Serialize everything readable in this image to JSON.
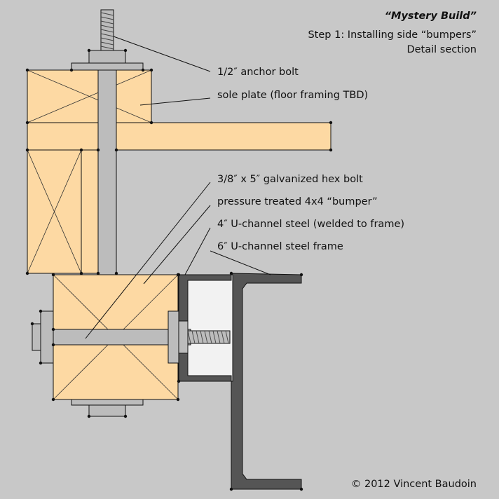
{
  "title": {
    "heading": "“Mystery Build”",
    "line2": "Step 1: Installing side “bumpers”",
    "line3": "Detail section"
  },
  "labels": {
    "anchor_bolt": "1/2″ anchor bolt",
    "sole_plate": "sole plate (floor framing TBD)",
    "hex_bolt": "3/8″ x 5″ galvanized hex bolt",
    "bumper": "pressure treated 4x4 “bumper”",
    "u_channel_4": "4″ U-channel steel (welded to frame)",
    "u_channel_6": "6″ U-channel steel frame"
  },
  "copyright": "© 2012 Vincent Baudoin",
  "colors": {
    "background": "#c8c8c8",
    "wood": "#fdd9a3",
    "bolt": "#bcbcbc",
    "steel_dark": "#555555",
    "steel_light": "#f2f2f2",
    "line": "#111111"
  }
}
